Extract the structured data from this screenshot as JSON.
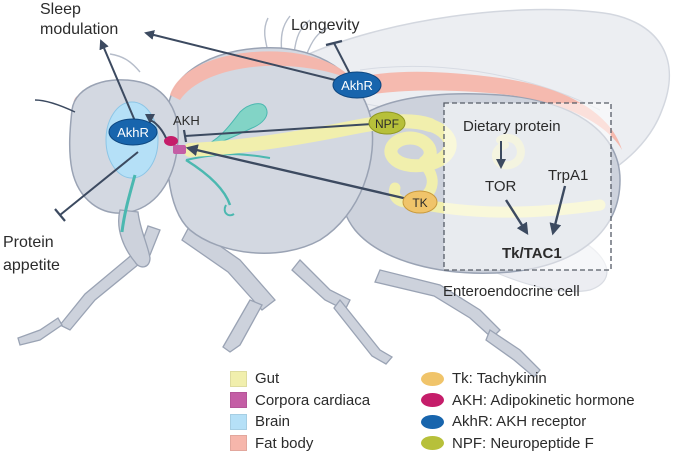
{
  "labels": {
    "sleep_modulation_line1": "Sleep",
    "sleep_modulation_line2": "modulation",
    "longevity": "Longevity",
    "protein_appetite_line1": "Protein",
    "protein_appetite_line2": "appetite",
    "akh": "AKH",
    "akhr": "AkhR",
    "npf": "NPF",
    "tk": "TK",
    "dietary_protein": "Dietary protein",
    "tor": "TOR",
    "trpa1": "TrpA1",
    "tk_tac1": "Tk/TAC1",
    "enteroendocrine_cell": "Enteroendocrine cell"
  },
  "legend": {
    "tissues": [
      {
        "label": "Gut",
        "color": "#f1efad"
      },
      {
        "label": "Corpora cardiaca",
        "color": "#c45ea5"
      },
      {
        "label": "Brain",
        "color": "#b5e0f7"
      },
      {
        "label": "Fat body",
        "color": "#f6b6ab"
      }
    ],
    "molecules": [
      {
        "label": "Tk: Tachykinin",
        "color": "#f0c46a"
      },
      {
        "label": "AKH: Adipokinetic hormone",
        "color": "#c51d6a"
      },
      {
        "label": "AkhR: AKH receptor",
        "color": "#1865ad"
      },
      {
        "label": "NPF: Neuropeptide F",
        "color": "#b7c03a"
      }
    ]
  },
  "colors": {
    "arrow": "#3c4a60",
    "body": "#cfd4de",
    "outline": "#9aa3b4",
    "wing": "#e8ebf0"
  }
}
